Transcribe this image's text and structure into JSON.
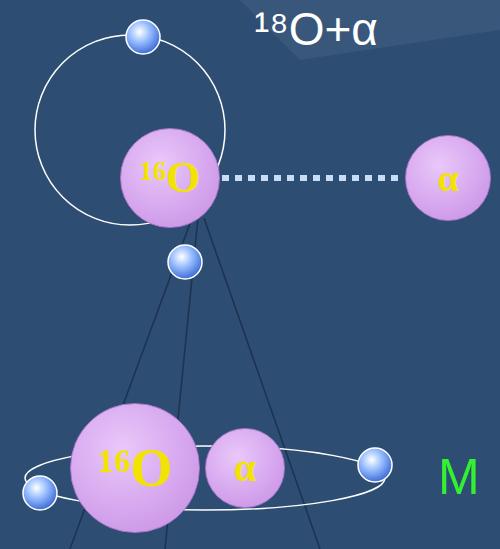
{
  "diagram": {
    "nodes": [
      {
        "text": [
          "¹⁶O"
        ]
      },
      {
        "text": [
          "α"
        ]
      },
      {
        "text": [
          "¹⁶O"
        ]
      },
      {
        "text": [
          "α"
        ]
      }
    ],
    "edges": [
      {
        "from": 0,
        "to": 1,
        "arrow": "none"
      }
    ],
    "labels": [
      "¹⁸O+α",
      "M"
    ]
  }
}
